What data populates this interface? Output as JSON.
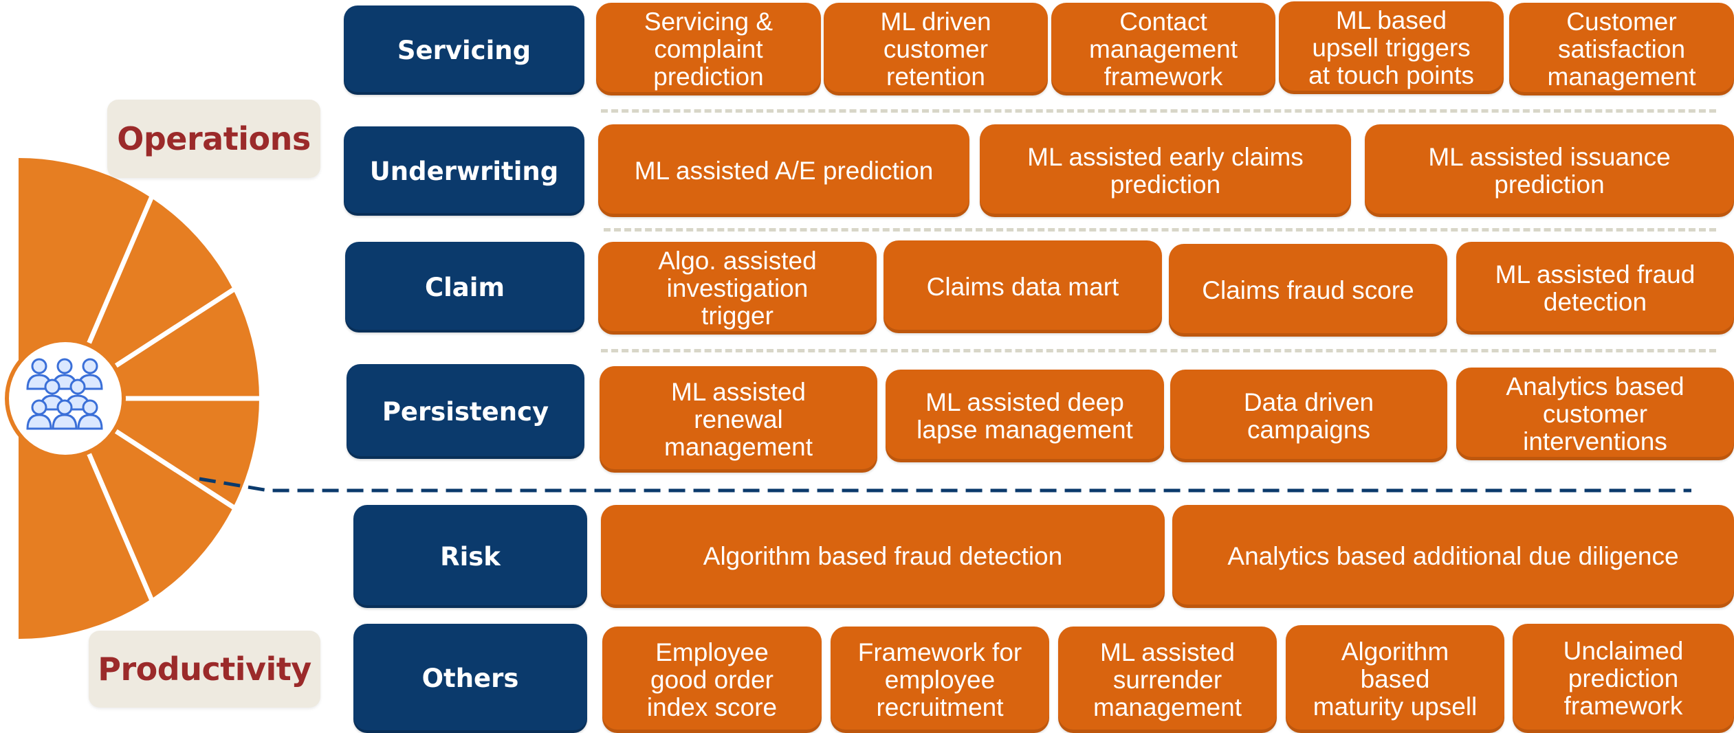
{
  "colors": {
    "category": "#0b3a6c",
    "item": "#d9640f",
    "wheel": "#e67e22",
    "label_bg": "#eeeae0",
    "label_text": "#9b2a2a",
    "divider": "#0b3a6c"
  },
  "icon": "people-group-icon",
  "labels": {
    "operations": "Operations",
    "productivity": "Productivity"
  },
  "rows": [
    {
      "category": "Servicing",
      "items": [
        "Servicing &\ncomplaint\nprediction",
        "ML driven\ncustomer\nretention",
        "Contact\nmanagement\nframework",
        "ML based\nupsell triggers\nat touch points",
        "Customer\nsatisfaction\nmanagement"
      ]
    },
    {
      "category": "Underwriting",
      "items": [
        "ML assisted A/E prediction",
        "ML assisted early claims\nprediction",
        "ML assisted issuance\nprediction"
      ]
    },
    {
      "category": "Claim",
      "items": [
        "Algo. assisted\ninvestigation\ntrigger",
        "Claims data mart",
        "Claims fraud score",
        "ML assisted fraud\ndetection"
      ]
    },
    {
      "category": "Persistency",
      "items": [
        "ML assisted\nrenewal\nmanagement",
        "ML assisted deep\nlapse management",
        "Data driven\ncampaigns",
        "Analytics based\ncustomer\ninterventions"
      ]
    },
    {
      "category": "Risk",
      "items": [
        "Algorithm based fraud detection",
        "Analytics based additional due diligence"
      ]
    },
    {
      "category": "Others",
      "items": [
        "Employee\ngood order\nindex score",
        "Framework for\nemployee\nrecruitment",
        "ML assisted\nsurrender\nmanagement",
        "Algorithm\nbased\nmaturity upsell",
        "Unclaimed\nprediction\nframework"
      ]
    }
  ]
}
